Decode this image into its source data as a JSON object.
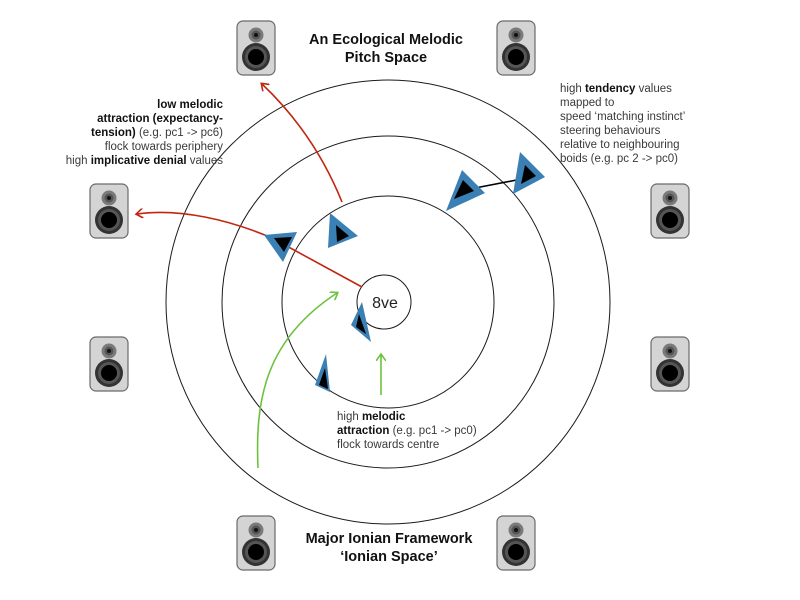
{
  "title": {
    "top_line1": "An Ecological Melodic",
    "top_line2": "Pitch Space",
    "bottom_line1": "Major Ionian Framework",
    "bottom_line2": "‘Ionian Space’"
  },
  "center_label": "8ve",
  "annotations": {
    "low_attraction": {
      "l1_bold": "low melodic",
      "l2_bold": "attraction (expectancy-",
      "l3_bold": "tension)",
      "l3_rest": " (e.g. pc1 -> pc6)",
      "l4": "flock towards periphery",
      "l5_pre": "high ",
      "l5_bold": "implicative denial",
      "l5_post": " values"
    },
    "tendency": {
      "l1_pre": "high ",
      "l1_bold": "tendency",
      "l1_post": " values",
      "l2": "mapped to",
      "l3": "speed ‘matching instinct’",
      "l4": "steering behaviours",
      "l5": "relative to neighbouring",
      "l6": "boids (e.g. pc 2 -> pc0)"
    },
    "high_attraction": {
      "l1_pre": "high ",
      "l1_bold": "melodic",
      "l2_bold": "attraction",
      "l2_rest": " (e.g. pc1 -> pc0)",
      "l3": "flock towards centre"
    }
  },
  "speakers": [
    "speaker-top-left",
    "speaker-top-right",
    "speaker-left-upper",
    "speaker-right-upper",
    "speaker-left-lower",
    "speaker-right-lower",
    "speaker-bottom-left",
    "speaker-bottom-right"
  ],
  "rings": [
    "8ve",
    "inner",
    "middle",
    "outer"
  ],
  "colors": {
    "boid_fill": "#3a80b5",
    "boid_core": "#000000",
    "repel_arrow": "#c0270f",
    "attract_arrow": "#6cc23f",
    "ring": "#1a1a1a",
    "speaker_body": "#d4d4d4"
  }
}
